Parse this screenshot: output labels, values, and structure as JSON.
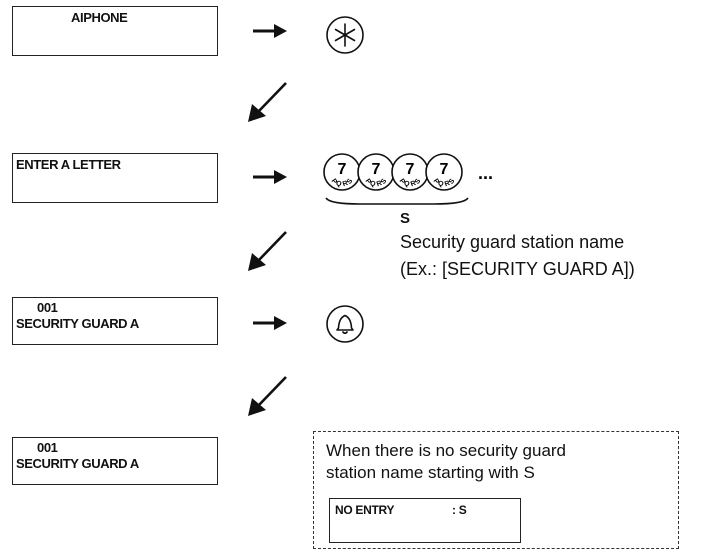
{
  "steps": {
    "display1": {
      "line1": "AIPHONE"
    },
    "display2": {
      "line1": "ENTER A LETTER"
    },
    "display3": {
      "line1": "001",
      "line2": "SECURITY GUARD A"
    },
    "display4": {
      "line1": "001",
      "line2": "SECURITY GUARD A"
    }
  },
  "keys": {
    "star_key": "star-key",
    "seven_key_digit": "7",
    "seven_key_letters": [
      "P",
      "Q",
      "R",
      "S"
    ],
    "ellipsis": "...",
    "call_key": "bell-key"
  },
  "annotation": {
    "letter": "S",
    "line1": "Security guard station name",
    "line2": "(Ex.: [SECURITY GUARD A])"
  },
  "note": {
    "line1": "When there is no security guard",
    "line2": "station name starting with S",
    "display_label": "NO ENTRY",
    "display_value": ": S"
  }
}
